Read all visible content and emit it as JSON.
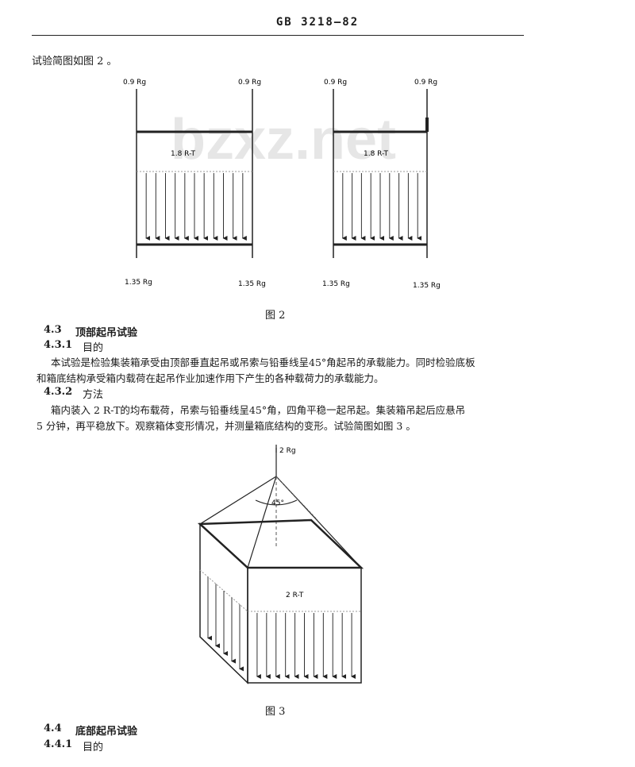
{
  "header": {
    "standard_code": "GB 3218—82"
  },
  "intro": {
    "text": "试验简图如图 2 。"
  },
  "watermark": "bzxz.net",
  "figure2": {
    "left_box": {
      "top_left": "0.9 Rg",
      "top_right": "0.9 Rg",
      "load": "1.8 R-T",
      "bottom_left": "1.35 Rg",
      "bottom_right": "1.35 Rg"
    },
    "right_box": {
      "top_left": "0.9 Rg",
      "top_right": "0.9 Rg",
      "load": "1.8 R-T",
      "bottom_left": "1.35 Rg",
      "bottom_right": "1.35 Rg"
    },
    "caption": "图 2"
  },
  "section_4_3": {
    "heading_num": "4.3",
    "heading_text": "顶部起吊试验",
    "sub1_num": "4.3.1",
    "sub1_text": "目的",
    "purpose_line1": "本试验是检验集装箱承受由顶部垂直起吊或吊索与铅垂线呈45°角起吊的承载能力。同时检验底板",
    "purpose_line2": "和箱底结构承受箱内载荷在起吊作业加速作用下产生的各种载荷力的承载能力。",
    "sub2_num": "4.3.2",
    "sub2_text": "方法",
    "method_line1": "箱内装入 2 R-T的均布载荷，吊索与铅垂线呈45°角，四角平稳一起吊起。集装箱吊起后应悬吊",
    "method_line2": "5 分钟，再平稳放下。观察箱体变形情况，并测量箱底结构的变形。试验简图如图 3 。"
  },
  "figure3": {
    "top_force": "2 Rg",
    "angle": "45°",
    "load": "2 R-T",
    "caption": "图 3"
  },
  "section_4_4": {
    "heading_num": "4.4",
    "heading_text": "底部起吊试验",
    "sub1_num": "4.4.1",
    "sub1_text": "目的"
  }
}
